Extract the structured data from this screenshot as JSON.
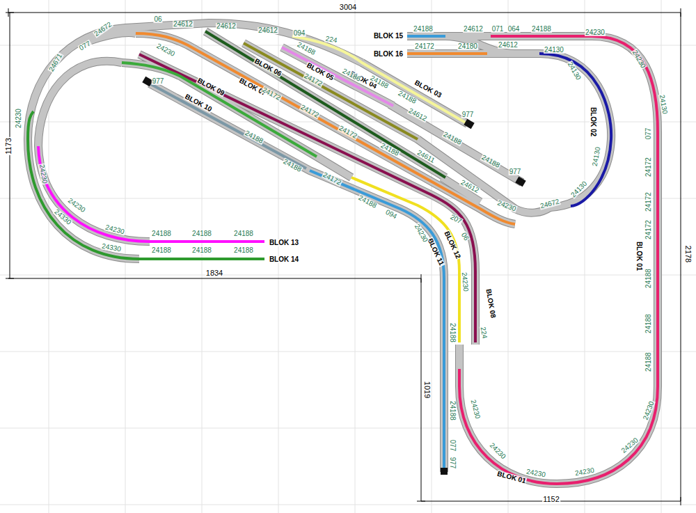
{
  "diagram": {
    "labels": [
      "3004",
      "1173",
      "1834",
      "2178",
      "1019",
      "1152",
      "BLOK 15",
      "BLOK 16",
      "BLOK 03",
      "BLOK 04",
      "BLOK 05",
      "BLOK 06",
      "BLOK 07",
      "BLOK 09",
      "BLOK 10",
      "BLOK 02",
      "BLOK 01",
      "BLOK 01",
      "BLOK 12",
      "BLOK 11",
      "BLOK 08",
      "BLOK 13",
      "BLOK 14",
      "06",
      "24612",
      "24612",
      "24612",
      "094",
      "224",
      "24672",
      "077",
      "24671",
      "24230",
      "24230",
      "24230",
      "24230",
      "24188",
      "24188",
      "24188",
      "24330",
      "24330",
      "24188",
      "24188",
      "24188",
      "24230",
      "977",
      "24188",
      "24612",
      "071",
      "064",
      "24188",
      "24230",
      "24230",
      "24130",
      "077",
      "24172",
      "24172",
      "24172",
      "24188",
      "24188",
      "24188",
      "24230",
      "24230",
      "24230",
      "24230",
      "24230",
      "24230",
      "24172",
      "24180",
      "24612",
      "24130",
      "24130",
      "24130",
      "24130",
      "24672",
      "24230",
      "977",
      "24188",
      "24188",
      "977",
      "24612",
      "24611",
      "24612",
      "24188",
      "24188",
      "24186",
      "24188",
      "24172",
      "24172",
      "24172",
      "24172",
      "24188",
      "24188",
      "24188",
      "24172",
      "24188",
      "094",
      "24230",
      "207",
      "06",
      "24230",
      "24188",
      "24188",
      "077",
      "977",
      "224"
    ]
  }
}
